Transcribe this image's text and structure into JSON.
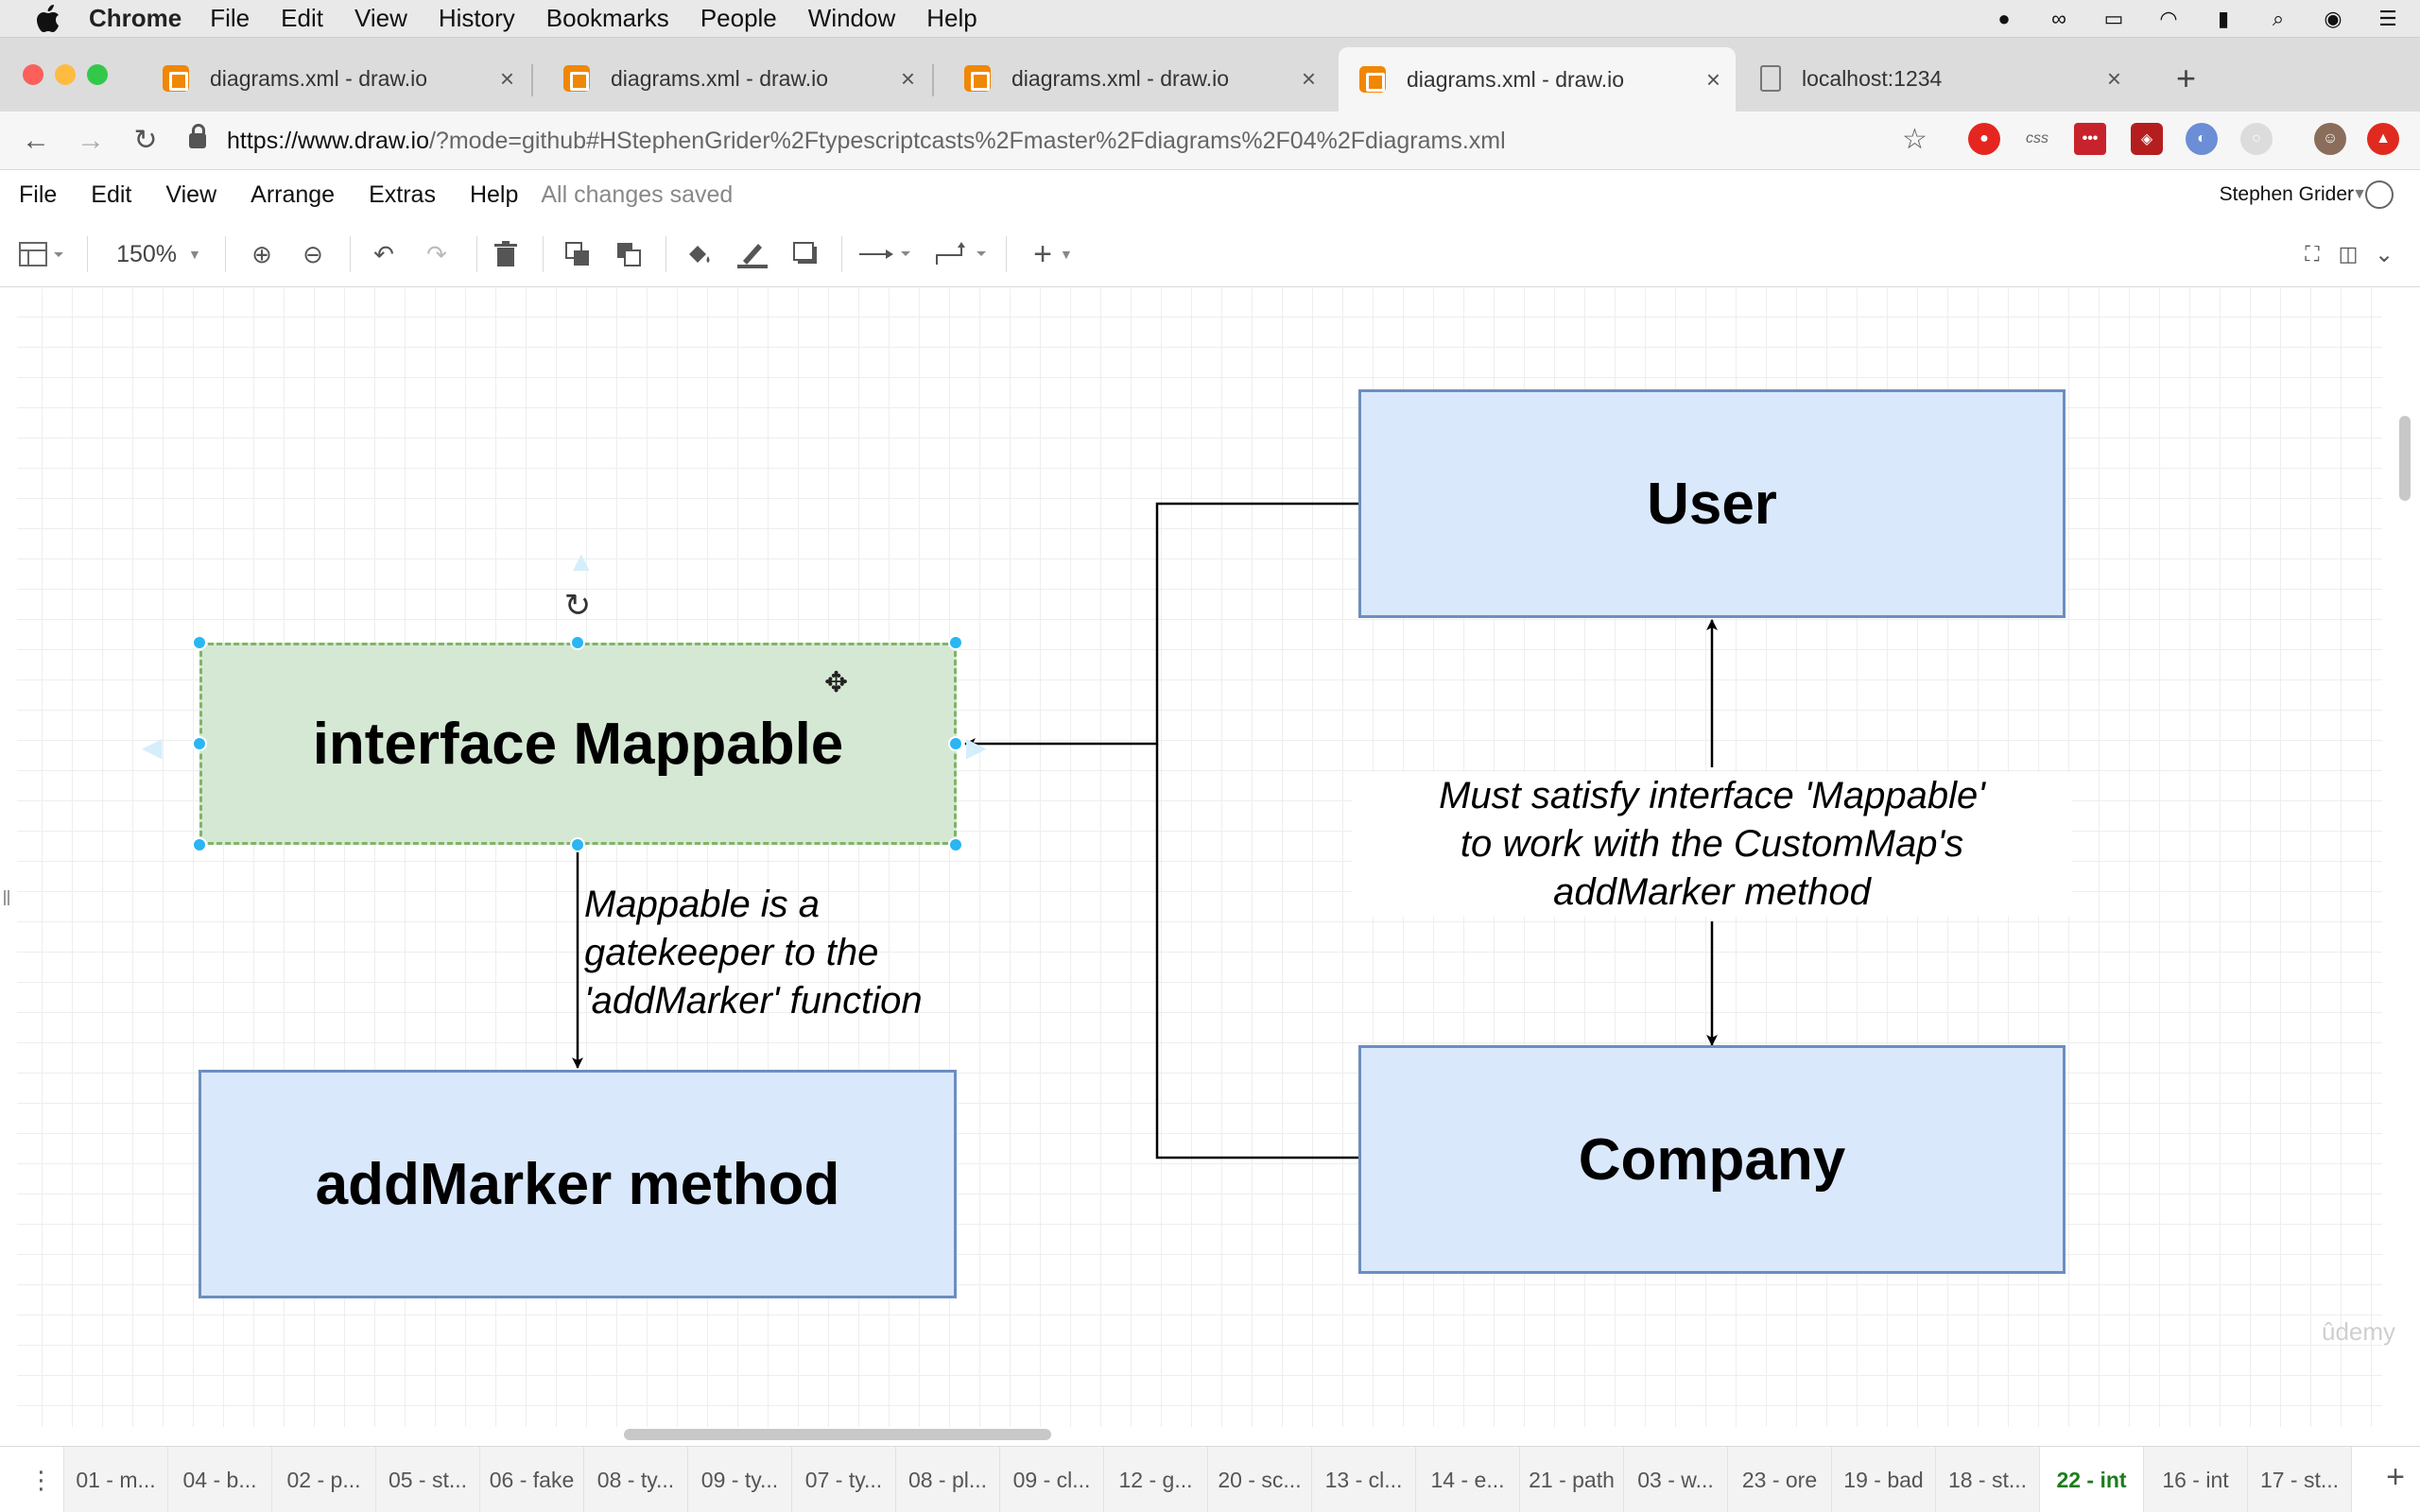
{
  "menubar": {
    "app_name": "Chrome",
    "items": [
      "File",
      "Edit",
      "View",
      "History",
      "Bookmarks",
      "People",
      "Window",
      "Help"
    ]
  },
  "tabs": [
    {
      "title": "diagrams.xml - draw.io",
      "active": false
    },
    {
      "title": "diagrams.xml - draw.io",
      "active": false
    },
    {
      "title": "diagrams.xml - draw.io",
      "active": false
    },
    {
      "title": "diagrams.xml - draw.io",
      "active": true
    },
    {
      "title": "localhost:1234",
      "active": false
    }
  ],
  "address": {
    "host": "https://www.draw.io",
    "path": "/?mode=github#HStephenGrider%2Ftypescriptcasts%2Fmaster%2Fdiagrams%2F04%2Fdiagrams.xml"
  },
  "drawio_menu": {
    "items": [
      "File",
      "Edit",
      "View",
      "Arrange",
      "Extras",
      "Help"
    ],
    "status": "All changes saved",
    "user": "Stephen Grider"
  },
  "toolbar": {
    "zoom": "150%"
  },
  "diagram": {
    "mappable": "interface Mappable",
    "add_marker": "addMarker method",
    "user": "User",
    "company": "Company",
    "gatekeeper_note": [
      "Mappable is a",
      "gatekeeper to the",
      "'addMarker' function"
    ],
    "satisfy_note": [
      "Must satisfy interface 'Mappable'",
      "to work with the CustomMap's",
      "addMarker method"
    ]
  },
  "pages": [
    "01 - m...",
    "04 - b...",
    "02 - p...",
    "05 - st...",
    "06 - fake",
    "08 - ty...",
    "09 - ty...",
    "07 - ty...",
    "08 - pl...",
    "09 - cl...",
    "12 - g...",
    "20 - sc...",
    "13 - cl...",
    "14 - e...",
    "21 - path",
    "03 - w...",
    "23 - ore",
    "19 - bad",
    "18 - st...",
    "22 - int",
    "16 - int",
    "17 - st..."
  ],
  "active_page": "22 - int",
  "watermark": "ûdemy",
  "colors": {
    "box_fill_blue": "#dae8fc",
    "box_stroke_blue": "#6c8ebf",
    "box_fill_green": "#d5e8d4",
    "box_stroke_green": "#82b366",
    "selection": "#29b6f2",
    "active_page": "#1b7d1b"
  }
}
